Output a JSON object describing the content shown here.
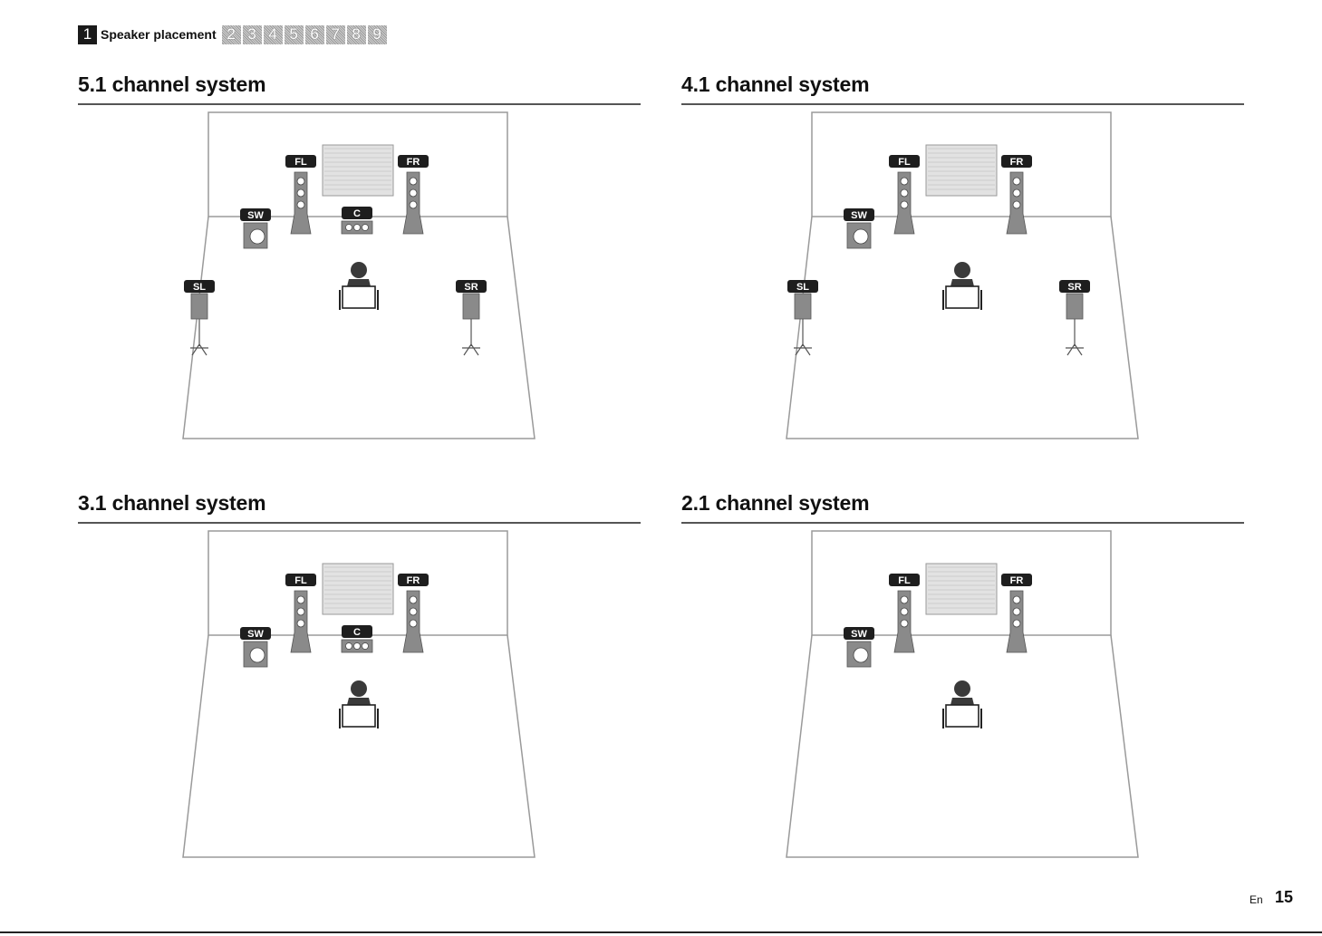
{
  "nav": {
    "active_step": "1",
    "active_label": "Speaker placement",
    "steps": [
      "2",
      "3",
      "4",
      "5",
      "6",
      "7",
      "8",
      "9"
    ]
  },
  "panels": [
    {
      "title": "5.1 channel system",
      "speakers": [
        "FL",
        "FR",
        "SW",
        "C",
        "SL",
        "SR"
      ]
    },
    {
      "title": "4.1 channel system",
      "speakers": [
        "FL",
        "FR",
        "SW",
        "SL",
        "SR"
      ]
    },
    {
      "title": "3.1 channel system",
      "speakers": [
        "FL",
        "FR",
        "SW",
        "C"
      ]
    },
    {
      "title": "2.1 channel system",
      "speakers": [
        "FL",
        "FR",
        "SW"
      ]
    }
  ],
  "footer": {
    "lang": "En",
    "page": "15"
  },
  "colors": {
    "label_bg": "#1e1e1e",
    "speaker": "#8a8a8a",
    "line": "#9a9a9a"
  }
}
